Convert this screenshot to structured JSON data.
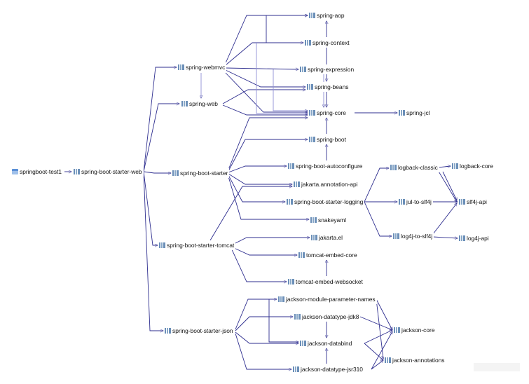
{
  "arrow_color": "#2e2e8f",
  "icon": "jar-library-icon",
  "root_icon": "maven-project-icon",
  "nodes": {
    "springboot_test1": "springboot-test1",
    "spring_boot_starter_web": "spring-boot-starter-web",
    "spring_webmvc": "spring-webmvc",
    "spring_web": "spring-web",
    "spring_boot_starter": "spring-boot-starter",
    "spring_boot_starter_tomcat": "spring-boot-starter-tomcat",
    "spring_boot_starter_json": "spring-boot-starter-json",
    "spring_aop": "spring-aop",
    "spring_context": "spring-context",
    "spring_expression": "spring-expression",
    "spring_beans": "spring-beans",
    "spring_core": "spring-core",
    "spring_jcl": "spring-jcl",
    "spring_boot": "spring-boot",
    "spring_boot_autoconfigure": "spring-boot-autoconfigure",
    "jakarta_annotation_api": "jakarta.annotation-api",
    "spring_boot_starter_logging": "spring-boot-starter-logging",
    "snakeyaml": "snakeyaml",
    "logback_classic": "logback-classic",
    "logback_core": "logback-core",
    "jul_to_slf4j": "jul-to-slf4j",
    "log4j_to_slf4j": "log4j-to-slf4j",
    "slf4j_api": "slf4j-api",
    "log4j_api": "log4j-api",
    "jakarta_el": "jakarta.el",
    "tomcat_embed_core": "tomcat-embed-core",
    "tomcat_embed_websocket": "tomcat-embed-websocket",
    "jackson_module_parameter_names": "jackson-module-parameter-names",
    "jackson_datatype_jdk8": "jackson-datatype-jdk8",
    "jackson_databind": "jackson-databind",
    "jackson_datatype_jsr310": "jackson-datatype-jsr310",
    "jackson_core": "jackson-core",
    "jackson_annotations": "jackson-annotations"
  }
}
